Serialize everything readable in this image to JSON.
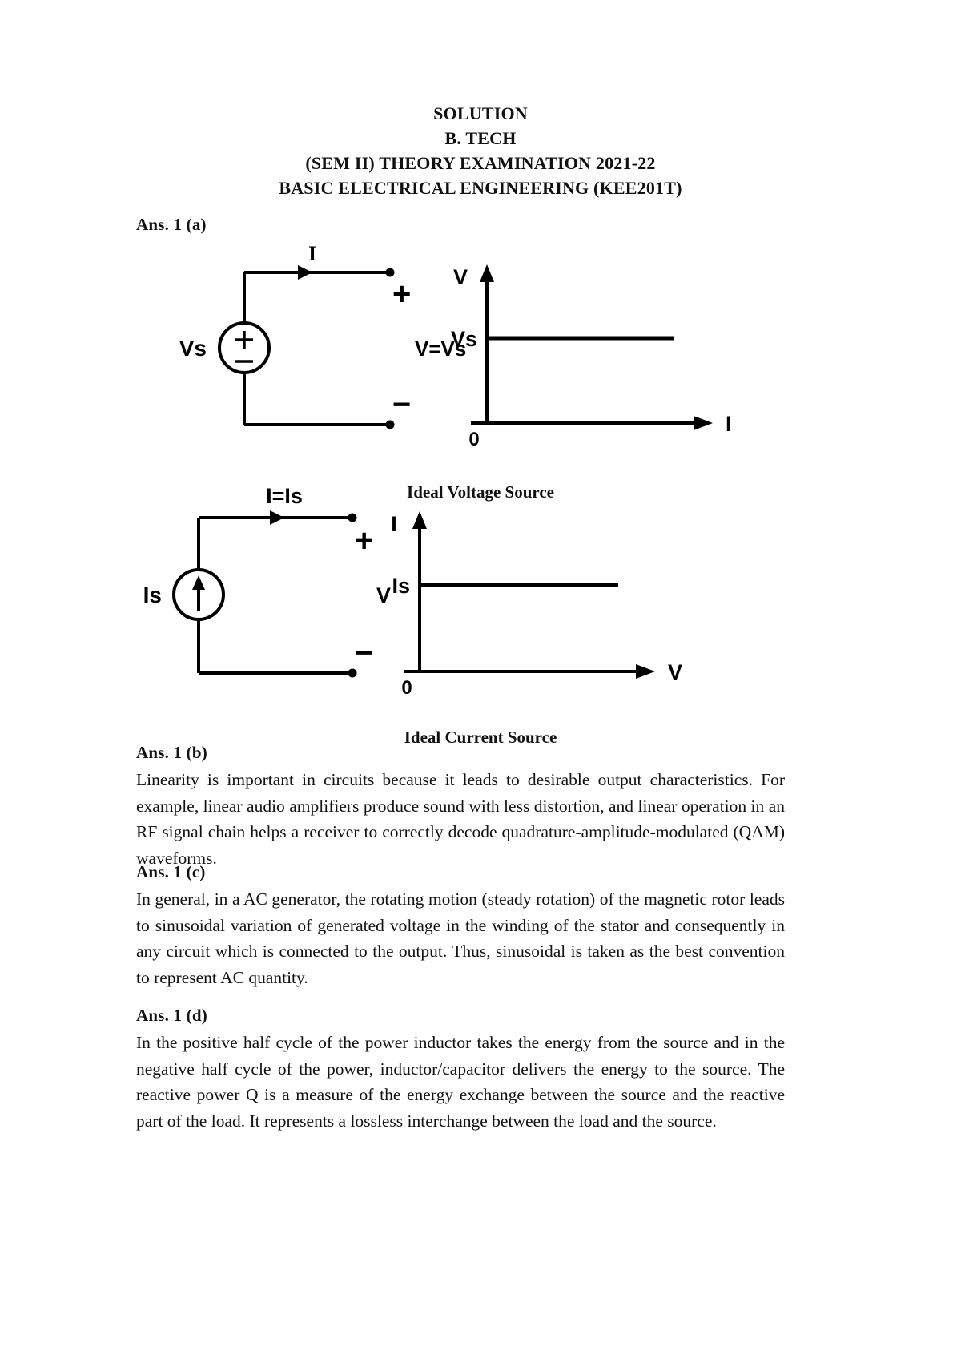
{
  "header": {
    "line1": "SOLUTION",
    "line2": "B. TECH",
    "line3": "(SEM II) THEORY EXAMINATION 2021-22",
    "line4": "BASIC ELECTRICAL ENGINEERING (KEE201T)"
  },
  "sections": [
    {
      "heading": "Ans. 1 (a)",
      "body": ""
    },
    {
      "heading": "Ans. 1 (b)",
      "body": "Linearity is important in circuits because it leads to desirable output characteristics. For example, linear audio amplifiers produce sound with less distortion, and linear operation in an RF signal chain helps a receiver to correctly decode quadrature-amplitude-modulated (QAM) waveforms."
    },
    {
      "heading": "Ans. 1 (c)",
      "body": "In general, in a AC generator, the rotating motion (steady rotation) of the magnetic rotor leads to sinusoidal variation of generated voltage in the winding of the stator and consequently in any circuit which is connected to the output. Thus, sinusoidal is taken as the best convention to represent AC quantity."
    },
    {
      "heading": "Ans. 1 (d)",
      "body": "In the positive half cycle of the power inductor takes the energy from the source and in the negative half cycle of the power, inductor/capacitor delivers the energy to the source. The reactive power Q is a measure of the energy exchange between the source and the reactive part of the load. It represents a lossless interchange between the load and the source."
    }
  ],
  "figures": {
    "voltage_source": {
      "caption": "Ideal Voltage Source",
      "circuit": {
        "current_label": "I",
        "source_label": "Vs",
        "plus_sign": "+",
        "minus_sign": "−",
        "terminal_voltage_label": "V=Vs",
        "source_symbol_plus": "+",
        "source_symbol_minus": "−"
      },
      "graph": {
        "y_axis_label": "V",
        "x_axis_label": "I",
        "origin_label": "0",
        "level_label": "Vs"
      }
    },
    "current_source": {
      "caption": "Ideal Current Source",
      "circuit": {
        "current_label": "I=Is",
        "source_label": "Is",
        "plus_sign": "+",
        "minus_sign": "−",
        "terminal_voltage_label": "V"
      },
      "graph": {
        "y_axis_label": "I",
        "x_axis_label": "V",
        "origin_label": "0",
        "level_label": "Is"
      }
    }
  },
  "chart_data": [
    {
      "type": "line",
      "title": "Ideal Voltage Source",
      "xlabel": "I",
      "ylabel": "V",
      "x": [
        0,
        1
      ],
      "series": [
        {
          "name": "Vs",
          "values": [
            1,
            1
          ]
        }
      ],
      "annotations": [
        "Vs",
        "0"
      ],
      "xlim": [
        0,
        1
      ],
      "ylim": [
        0,
        1.6
      ],
      "grid": false,
      "legend": "none"
    },
    {
      "type": "line",
      "title": "Ideal Current Source",
      "xlabel": "V",
      "ylabel": "I",
      "x": [
        0,
        1
      ],
      "series": [
        {
          "name": "Is",
          "values": [
            1,
            1
          ]
        }
      ],
      "annotations": [
        "Is",
        "0"
      ],
      "xlim": [
        0,
        1
      ],
      "ylim": [
        0,
        1.6
      ],
      "grid": false,
      "legend": "none"
    }
  ]
}
